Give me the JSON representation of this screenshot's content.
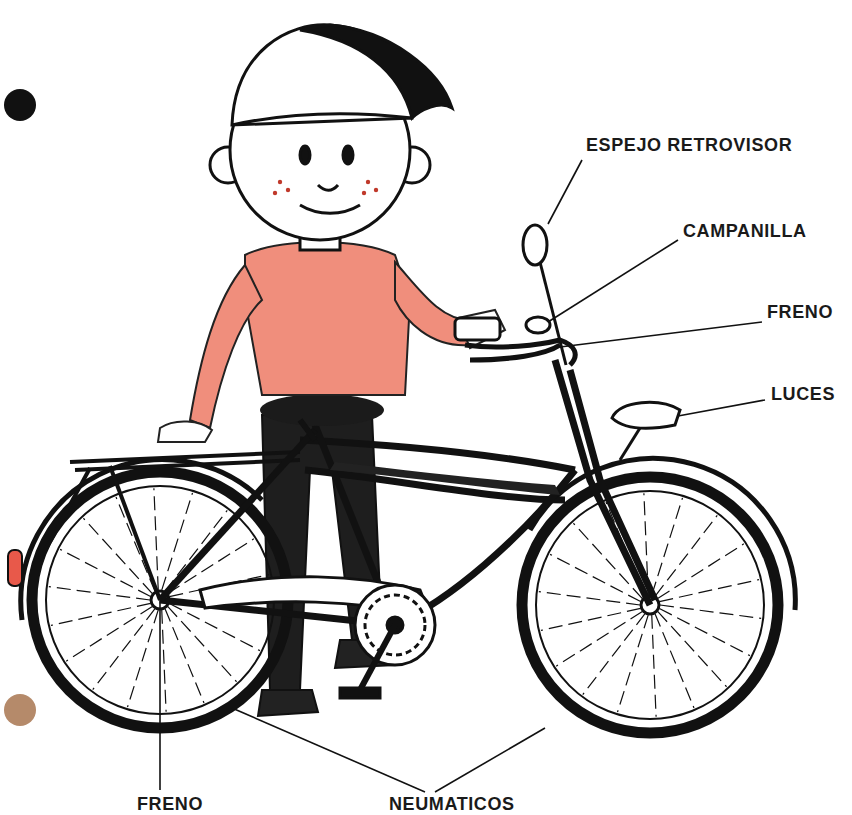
{
  "diagram": {
    "labels": [
      "ESPEJO RETROVISOR",
      "CAMPANILLA",
      "FRENO",
      "LUCES",
      "FRENO",
      "NEUMATICOS"
    ]
  }
}
